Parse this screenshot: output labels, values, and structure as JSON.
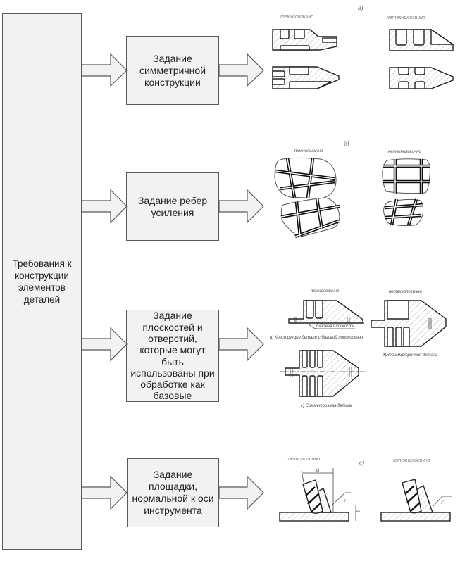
{
  "root": {
    "label": "Требования к\nконструкции\nэлементов\nдеталей"
  },
  "requirements": [
    {
      "label": "Задание\nсимметричной\nконструкции"
    },
    {
      "label": "Задание ребер\nусиления"
    },
    {
      "label": "Задание\nплоскостей и\nотверстий,\nкоторые могут\nбыть\nиспользованы при\nобработке как\nбазовые"
    },
    {
      "label": "Задание\nплощадки,\nнормальной к оси\nинструмента"
    }
  ],
  "illustrations": {
    "a": {
      "section_label": "а)",
      "good_label": "технологично",
      "bad_label": "нетехнологично"
    },
    "b": {
      "section_label": "б)",
      "good_label": "технологично",
      "bad_label": "нетехнологично"
    },
    "c": {
      "good_label": "технологично",
      "bad_label": "нетехнологично",
      "base_plane_label": "базовая плоскость",
      "caption_v": "в) Конструкция детали с базовой плоскостью",
      "caption_g": "г) Симметричная деталь",
      "caption_d": "д)Несимметричная деталь"
    },
    "d": {
      "section_label": "е)",
      "good_label": "технологично",
      "bad_label": "нетехнологично",
      "dim_a": "a",
      "dim_b": "b",
      "dim_r": "r"
    }
  }
}
